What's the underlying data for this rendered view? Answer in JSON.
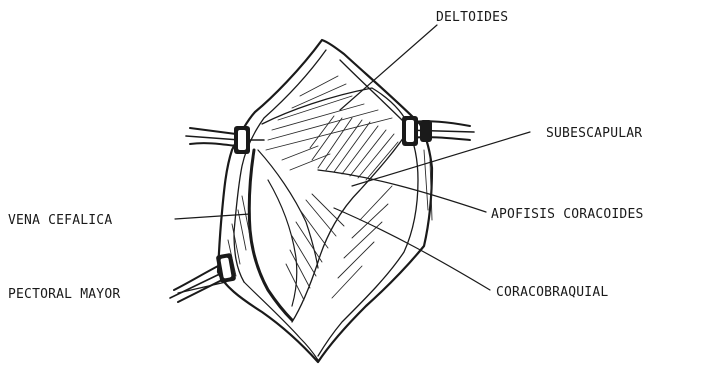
{
  "labels": {
    "deltoides": "DELTOIDES",
    "subescapular": "SUBESCAPULAR",
    "apofisis": "APOFISIS CORACOIDES",
    "coracobraquial": "CORACOBRAQUIAL",
    "vena": "VENA CEFALICA",
    "pectoral": "PECTORAL MAYOR"
  },
  "colors": {
    "ink": "#1a1a1a",
    "background": "#ffffff"
  }
}
